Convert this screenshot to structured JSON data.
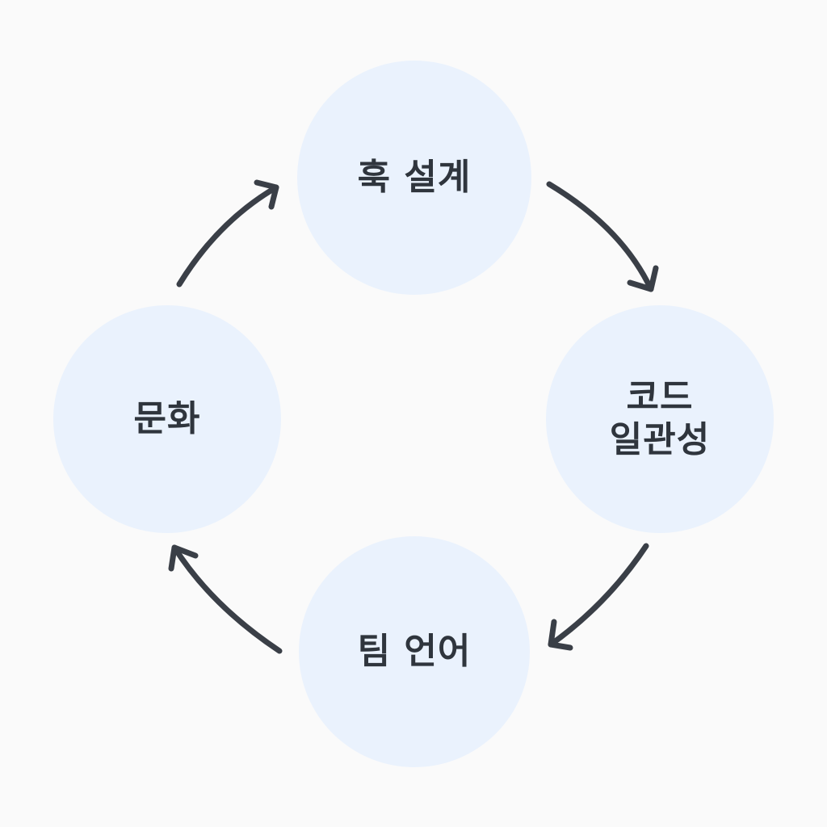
{
  "diagram": {
    "type": "cycle",
    "nodes": [
      {
        "id": "top",
        "lines": [
          "훅 설계"
        ]
      },
      {
        "id": "right",
        "lines": [
          "코드",
          "일관성"
        ]
      },
      {
        "id": "bottom",
        "lines": [
          "팀 언어"
        ]
      },
      {
        "id": "left",
        "lines": [
          "문화"
        ]
      }
    ],
    "edges": [
      {
        "from": "top",
        "to": "right"
      },
      {
        "from": "right",
        "to": "bottom"
      },
      {
        "from": "bottom",
        "to": "left"
      },
      {
        "from": "left",
        "to": "top"
      }
    ]
  },
  "colors": {
    "background": "#fafafa",
    "node_fill": "#eaf2fd",
    "text": "#2f353d",
    "arrow": "#3a3f47"
  }
}
